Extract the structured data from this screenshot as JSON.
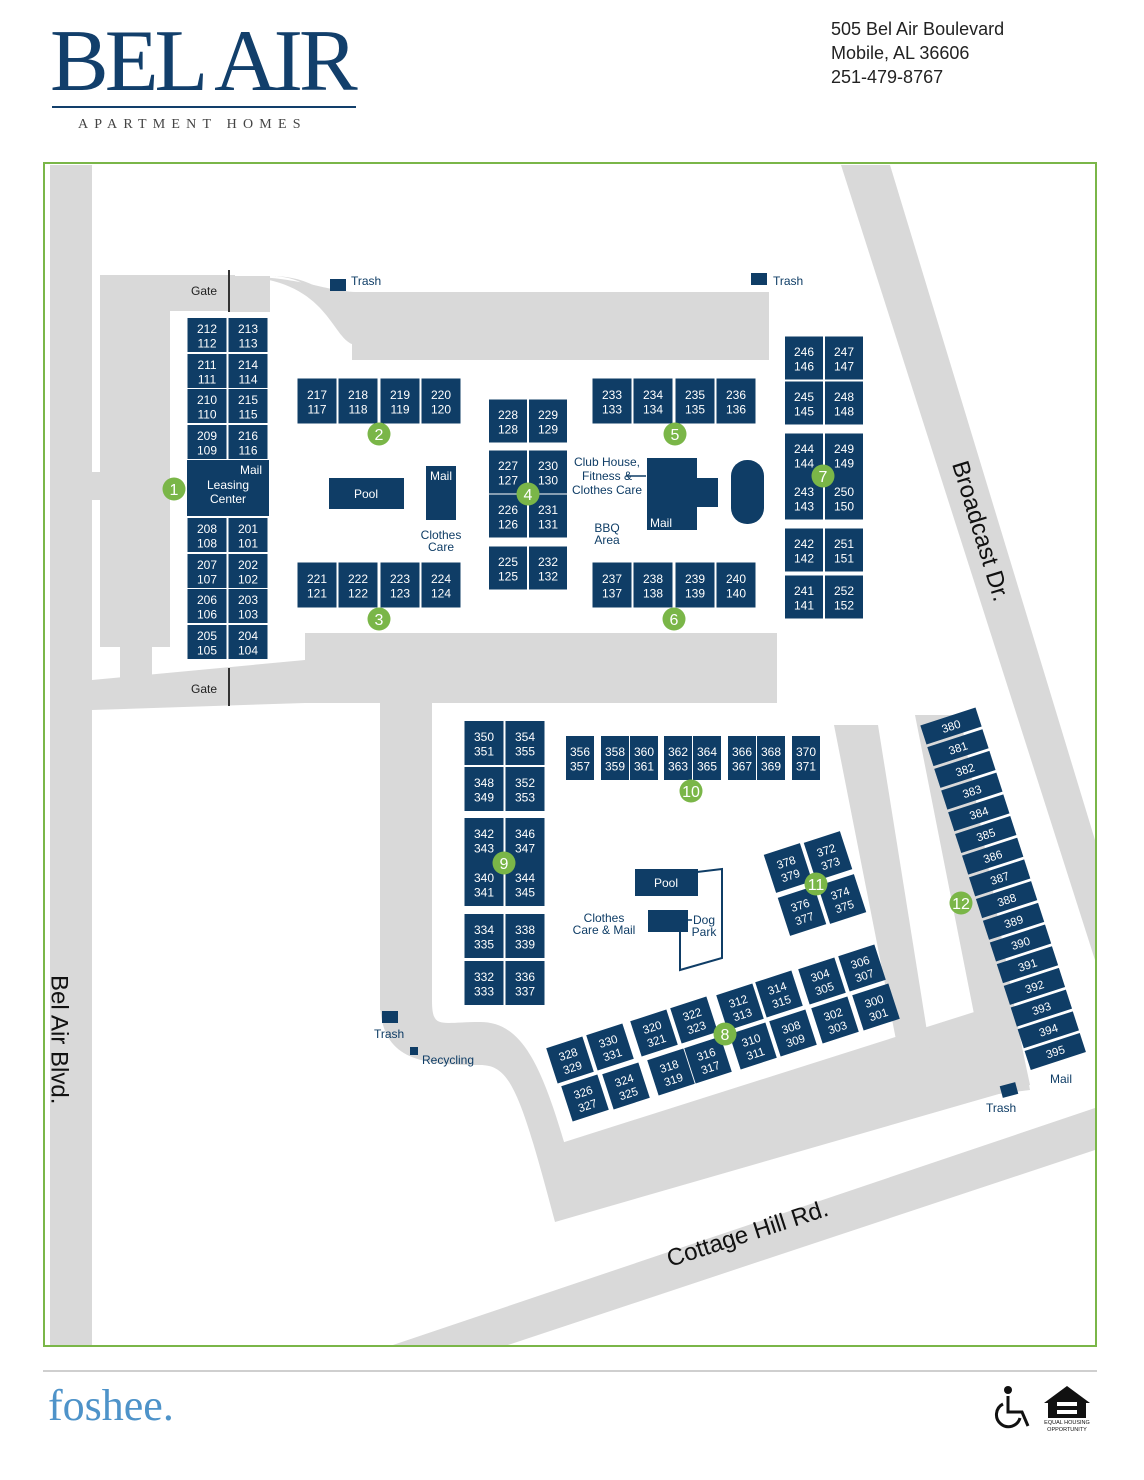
{
  "brand": {
    "name": "BEL AIR",
    "tagline": "APARTMENT HOMES",
    "footer_logo": "foshee."
  },
  "address": {
    "street": "505 Bel Air Boulevard",
    "city": "Mobile, AL 36606",
    "phone": "251-479-8767"
  },
  "streets": {
    "west": "Bel Air Blvd.",
    "east": "Broadcast Dr.",
    "south": "Cottage Hill Rd."
  },
  "colors": {
    "building": "#0f3d66",
    "road": "#d9d9d9",
    "marker": "#7ab648",
    "border": "#7ab648",
    "text": "#0f3d66"
  },
  "icons": {
    "accessibility": "wheelchair-icon",
    "equal_housing": "equal-housing-opportunity-icon"
  },
  "eho_text": [
    "EQUAL HOUSING",
    "OPPORTUNITY"
  ],
  "labels": {
    "gate_top": "Gate",
    "gate_bottom": "Gate",
    "trash_1": "Trash",
    "trash_2": "Trash",
    "trash_3": "Trash",
    "trash_4": "Trash",
    "recycling": "Recycling",
    "mail_leasing": "Mail",
    "leasing_1": "Leasing",
    "leasing_2": "Center",
    "pool_1": "Pool",
    "mail_2": "Mail",
    "clothes_1a": "Clothes",
    "clothes_1b": "Care",
    "club_1": "Club House,",
    "club_2": "Fitness &",
    "club_3": "Clothes Care",
    "bbq_1": "BBQ",
    "bbq_2": "Area",
    "mail_club": "Mail",
    "pool_2": "Pool",
    "clothes_2a": "Clothes",
    "clothes_2b": "Care & Mail",
    "dog_1": "Dog",
    "dog_2": "Park",
    "mail_east": "Mail"
  },
  "markers": [
    "1",
    "2",
    "3",
    "4",
    "5",
    "6",
    "7",
    "8",
    "9",
    "10",
    "11",
    "12"
  ],
  "units": {
    "c1": [
      [
        "212",
        "112"
      ],
      [
        "213",
        "113"
      ],
      [
        "211",
        "111"
      ],
      [
        "214",
        "114"
      ],
      [
        "210",
        "110"
      ],
      [
        "215",
        "115"
      ],
      [
        "209",
        "109"
      ],
      [
        "216",
        "116"
      ],
      [
        "208",
        "108"
      ],
      [
        "201",
        "101"
      ],
      [
        "207",
        "107"
      ],
      [
        "202",
        "102"
      ],
      [
        "206",
        "106"
      ],
      [
        "203",
        "103"
      ],
      [
        "205",
        "105"
      ],
      [
        "204",
        "104"
      ]
    ],
    "b2": [
      [
        "217",
        "117"
      ],
      [
        "218",
        "118"
      ],
      [
        "219",
        "119"
      ],
      [
        "220",
        "120"
      ]
    ],
    "b3": [
      [
        "221",
        "121"
      ],
      [
        "222",
        "122"
      ],
      [
        "223",
        "123"
      ],
      [
        "224",
        "124"
      ]
    ],
    "b4": [
      [
        "228",
        "128"
      ],
      [
        "229",
        "129"
      ],
      [
        "227",
        "127"
      ],
      [
        "230",
        "130"
      ],
      [
        "226",
        "126"
      ],
      [
        "231",
        "131"
      ],
      [
        "225",
        "125"
      ],
      [
        "232",
        "132"
      ]
    ],
    "b5": [
      [
        "233",
        "133"
      ],
      [
        "234",
        "134"
      ],
      [
        "235",
        "135"
      ],
      [
        "236",
        "136"
      ]
    ],
    "b6": [
      [
        "237",
        "137"
      ],
      [
        "238",
        "138"
      ],
      [
        "239",
        "139"
      ],
      [
        "240",
        "140"
      ]
    ],
    "b7": [
      [
        "246",
        "146"
      ],
      [
        "247",
        "147"
      ],
      [
        "245",
        "145"
      ],
      [
        "248",
        "148"
      ],
      [
        "244",
        "144"
      ],
      [
        "249",
        "149"
      ],
      [
        "243",
        "143"
      ],
      [
        "250",
        "150"
      ],
      [
        "242",
        "142"
      ],
      [
        "251",
        "151"
      ],
      [
        "241",
        "141"
      ],
      [
        "252",
        "152"
      ]
    ],
    "b9": [
      [
        "350",
        "351"
      ],
      [
        "354",
        "355"
      ],
      [
        "348",
        "349"
      ],
      [
        "352",
        "353"
      ],
      [
        "342",
        "343"
      ],
      [
        "346",
        "347"
      ],
      [
        "340",
        "341"
      ],
      [
        "344",
        "345"
      ],
      [
        "334",
        "335"
      ],
      [
        "338",
        "339"
      ],
      [
        "332",
        "333"
      ],
      [
        "336",
        "337"
      ]
    ],
    "b10": [
      [
        "356",
        "357"
      ],
      [
        "358",
        "359"
      ],
      [
        "360",
        "361"
      ],
      [
        "362",
        "363"
      ],
      [
        "364",
        "365"
      ],
      [
        "366",
        "367"
      ],
      [
        "368",
        "369"
      ],
      [
        "370",
        "371"
      ]
    ],
    "b11": [
      [
        "378",
        "379"
      ],
      [
        "372",
        "373"
      ],
      [
        "376",
        "377"
      ],
      [
        "374",
        "375"
      ]
    ],
    "b8": [
      [
        "328",
        "329"
      ],
      [
        "330",
        "331"
      ],
      [
        "326",
        "327"
      ],
      [
        "324",
        "325"
      ],
      [
        "320",
        "321"
      ],
      [
        "322",
        "323"
      ],
      [
        "318",
        "319"
      ],
      [
        "316",
        "317"
      ],
      [
        "312",
        "313"
      ],
      [
        "314",
        "315"
      ],
      [
        "310",
        "311"
      ],
      [
        "308",
        "309"
      ],
      [
        "304",
        "305"
      ],
      [
        "306",
        "307"
      ],
      [
        "302",
        "303"
      ],
      [
        "300",
        "301"
      ]
    ],
    "b12": [
      "380",
      "381",
      "382",
      "383",
      "384",
      "385",
      "386",
      "387",
      "388",
      "389",
      "390",
      "391",
      "392",
      "393",
      "394",
      "395"
    ]
  }
}
